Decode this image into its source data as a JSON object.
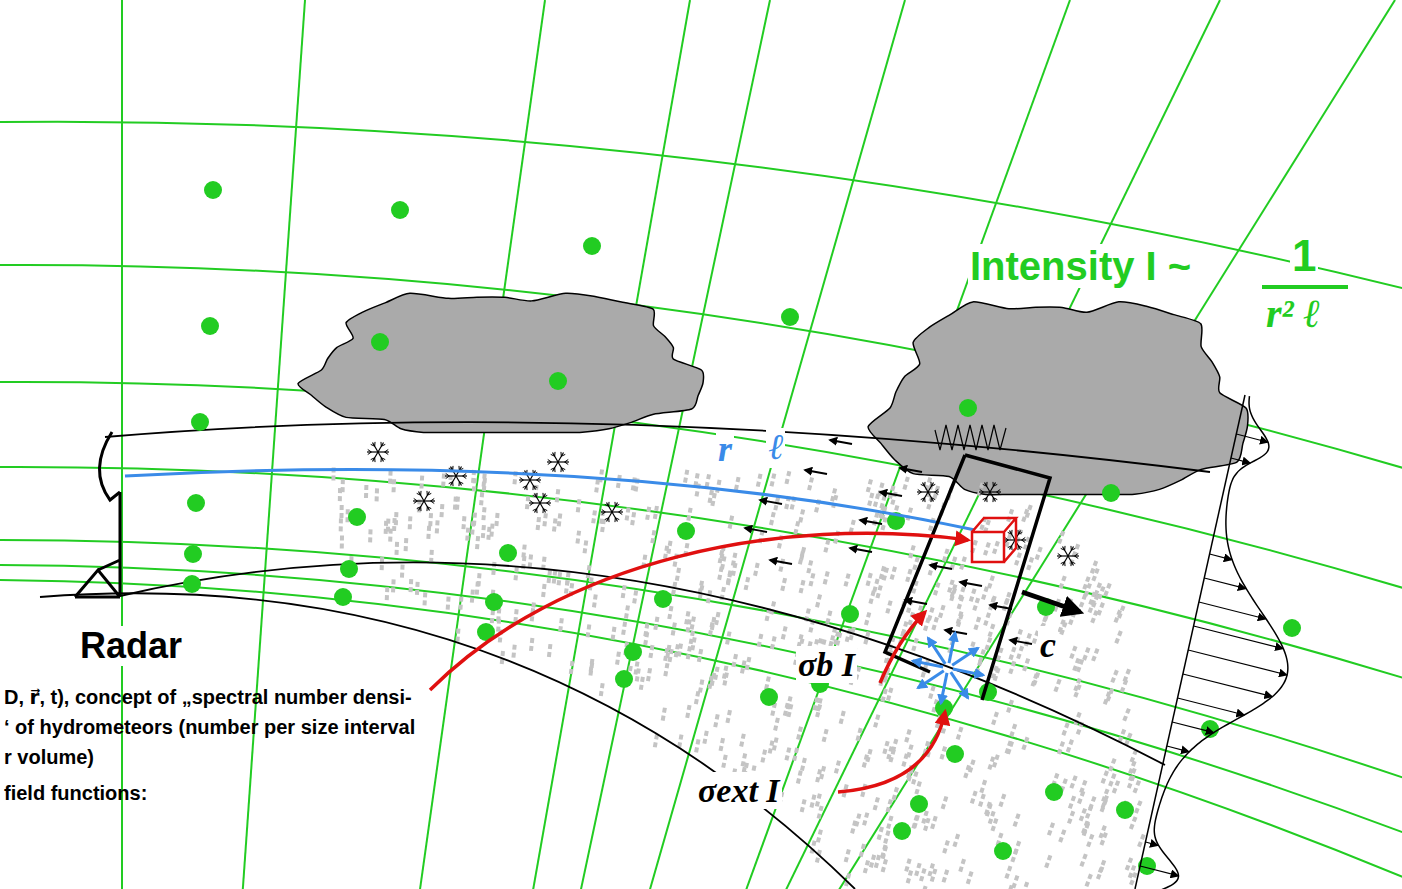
{
  "diagram": {
    "labels": [
      "Intensity I ~",
      "1",
      "r² ℓ",
      "r",
      "ℓ",
      "c",
      "Radar",
      "σb I",
      "σext I",
      "D, r⃗, t), concept of „spectral number densi-",
      "‘ of hydrometeors (number per size interval",
      "r volume)",
      "field functions:"
    ]
  }
}
